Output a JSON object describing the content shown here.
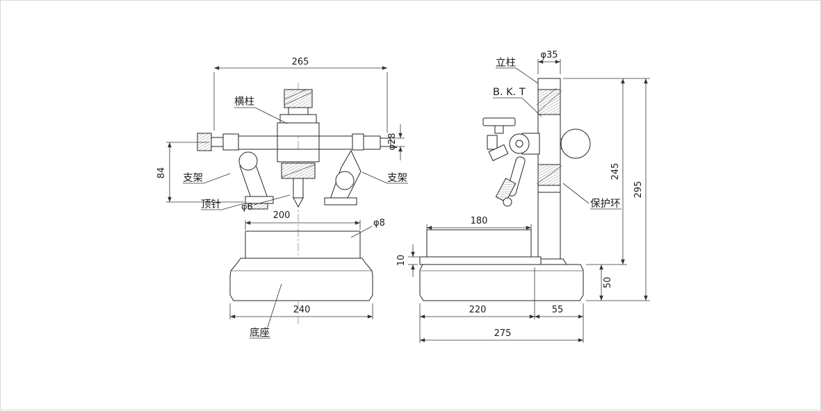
{
  "drawing": {
    "front_view": {
      "labels": {
        "beam": "横柱",
        "bracket_left": "支架",
        "bracket_right": "支架",
        "pin": "顶针",
        "base": "底座"
      },
      "dims": {
        "overall_width": "265",
        "shaft_dia": "φ28",
        "bracket_height": "84",
        "pin_dia": "φ8",
        "table_width": "200",
        "hole_dia": "φ8",
        "base_width": "240"
      }
    },
    "side_view": {
      "labels": {
        "column": "立柱",
        "bkt": "B. K. T",
        "guard_ring": "保护环"
      },
      "dims": {
        "column_dia": "φ35",
        "column_height": "245",
        "overall_height": "295",
        "table_depth": "180",
        "plate_thickness": "10",
        "base_height": "50",
        "base_depth": "220",
        "base_offset": "55",
        "overall_depth": "275"
      }
    }
  }
}
